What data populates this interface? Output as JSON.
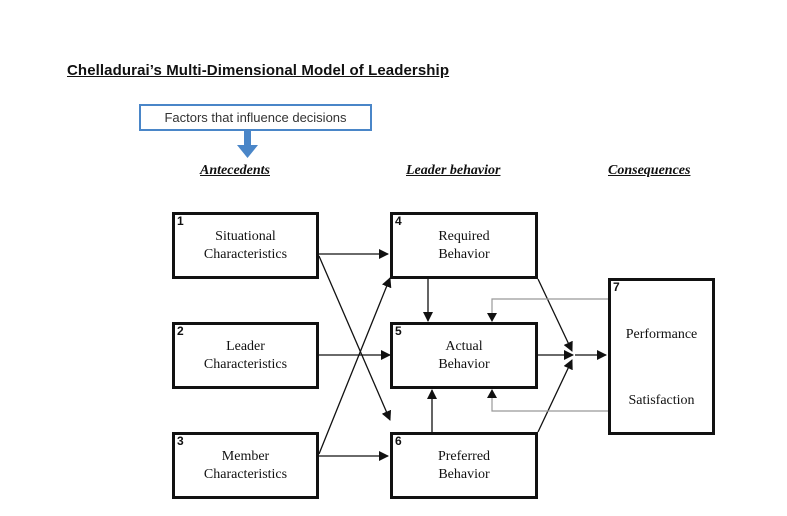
{
  "title": "Chelladurai’s Multi-Dimensional Model of Leadership",
  "callout": "Factors that influence decisions",
  "columns": {
    "antecedents": "Antecedents",
    "leader_behavior": "Leader behavior",
    "consequences": "Consequences"
  },
  "boxes": [
    {
      "num": "1",
      "label": "Situational\nCharacteristics"
    },
    {
      "num": "2",
      "label": "Leader\nCharacteristics"
    },
    {
      "num": "3",
      "label": "Member\nCharacteristics"
    },
    {
      "num": "4",
      "label": "Required\nBehavior"
    },
    {
      "num": "5",
      "label": "Actual\nBehavior"
    },
    {
      "num": "6",
      "label": "Preferred\nBehavior"
    },
    {
      "num": "7",
      "label_top": "Performance",
      "label_bottom": "Satisfaction"
    }
  ],
  "colors": {
    "callout_border": "#4a86c8",
    "callout_arrow": "#4a86c8",
    "lines": "#111111",
    "feedback": "#999999"
  }
}
